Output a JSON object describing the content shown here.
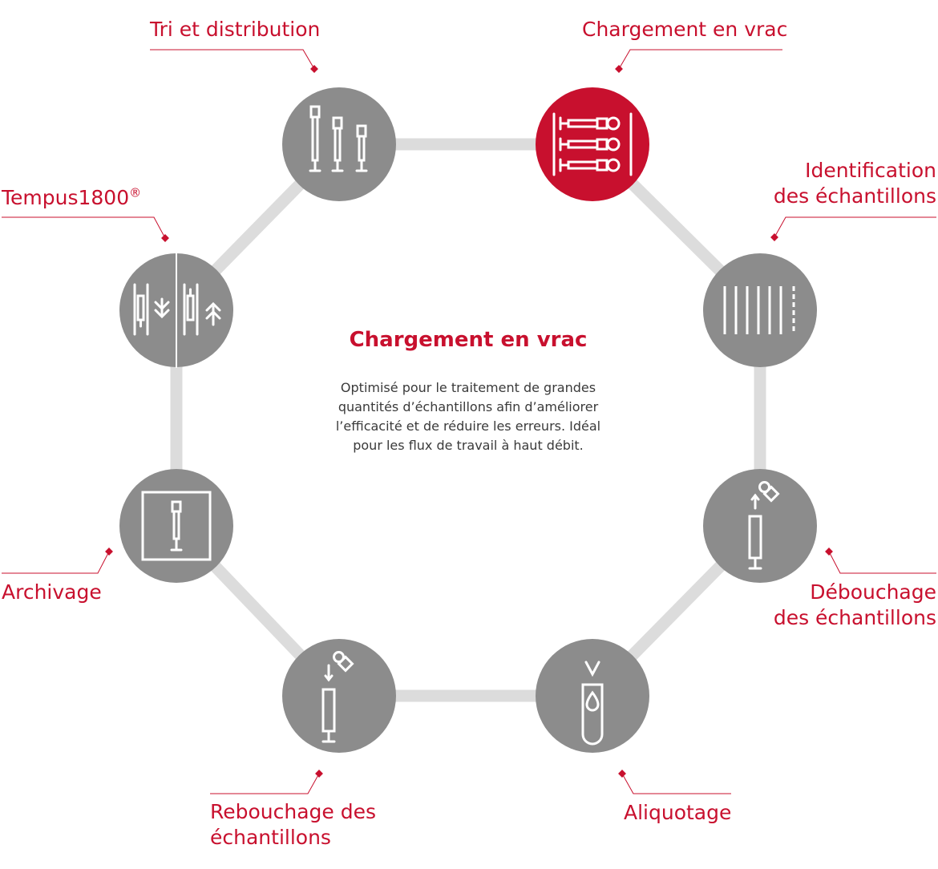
{
  "colors": {
    "accent": "#c8102e",
    "node_default": "#8c8c8c",
    "connector": "#dcdcdc",
    "icon_stroke": "#ffffff",
    "body_text": "#3a3a3a"
  },
  "center": {
    "title": "Chargement en vrac",
    "description": "Optimisé pour le traitement de grandes quantités d’échantillons afin d’améliorer l’efficacité et de réduire les erreurs. Idéal pour les flux de travail à haut débit."
  },
  "steps": [
    {
      "label": "Tri et distribution",
      "icon": "sorting-tubes-icon",
      "active": false
    },
    {
      "label": "Chargement en vrac",
      "icon": "bulk-loading-icon",
      "active": true
    },
    {
      "label_line1": "Identification",
      "label_line2": "des échantillons",
      "icon": "barcode-icon",
      "active": false
    },
    {
      "label_line1": "Débouchage",
      "label_line2": "des échantillons",
      "icon": "decapping-icon",
      "active": false
    },
    {
      "label": "Aliquotage",
      "icon": "aliquoting-icon",
      "active": false
    },
    {
      "label_line1": "Rebouchage des",
      "label_line2": "échantillons",
      "icon": "recapping-icon",
      "active": false
    },
    {
      "label": "Archivage",
      "icon": "archiving-icon",
      "active": false
    },
    {
      "label": "Tempus1800",
      "label_mark": "®",
      "icon": "tempus-transfer-icon",
      "active": false
    }
  ]
}
